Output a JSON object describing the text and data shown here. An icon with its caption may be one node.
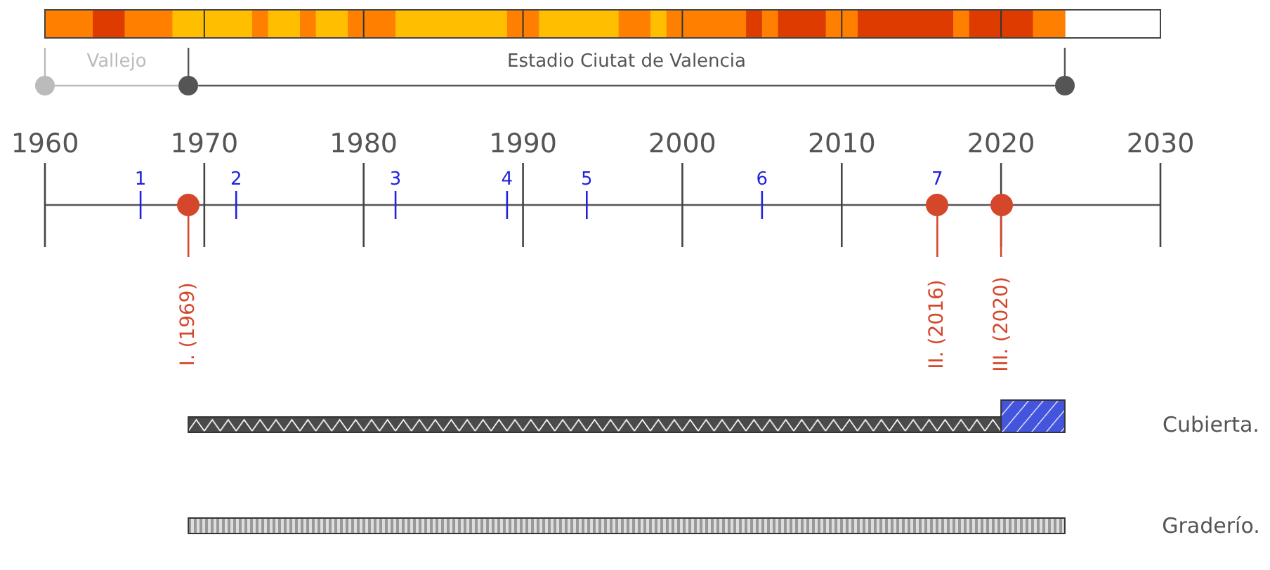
{
  "diagram": {
    "nodes": [
      {
        "text": [],
        "shape": "circle"
      },
      {
        "text": [],
        "shape": "circle"
      },
      {
        "text": [],
        "shape": "circle"
      },
      {
        "text": [],
        "shape": "circle",
        "beside": [
          "I. (1969)"
        ]
      },
      {
        "text": [],
        "shape": "circle",
        "beside": [
          "II. (2016)"
        ]
      },
      {
        "text": [],
        "shape": "circle",
        "beside": [
          "III. (2020)"
        ]
      }
    ],
    "edges": [
      {
        "from": 0,
        "to": 1,
        "arrow": "none",
        "label": "Vallejo",
        "color": "#bbbbbb"
      },
      {
        "from": 1,
        "to": 2,
        "arrow": "none",
        "label": "Estadio Ciutat de Valencia",
        "color": "#555555"
      }
    ],
    "labels": [
      "1960",
      "1970",
      "1980",
      "1990",
      "2000",
      "2010",
      "2020",
      "2030",
      "1",
      "2",
      "3",
      "4",
      "5",
      "6",
      "7",
      "Cubierta.",
      "Graderío."
    ]
  }
}
